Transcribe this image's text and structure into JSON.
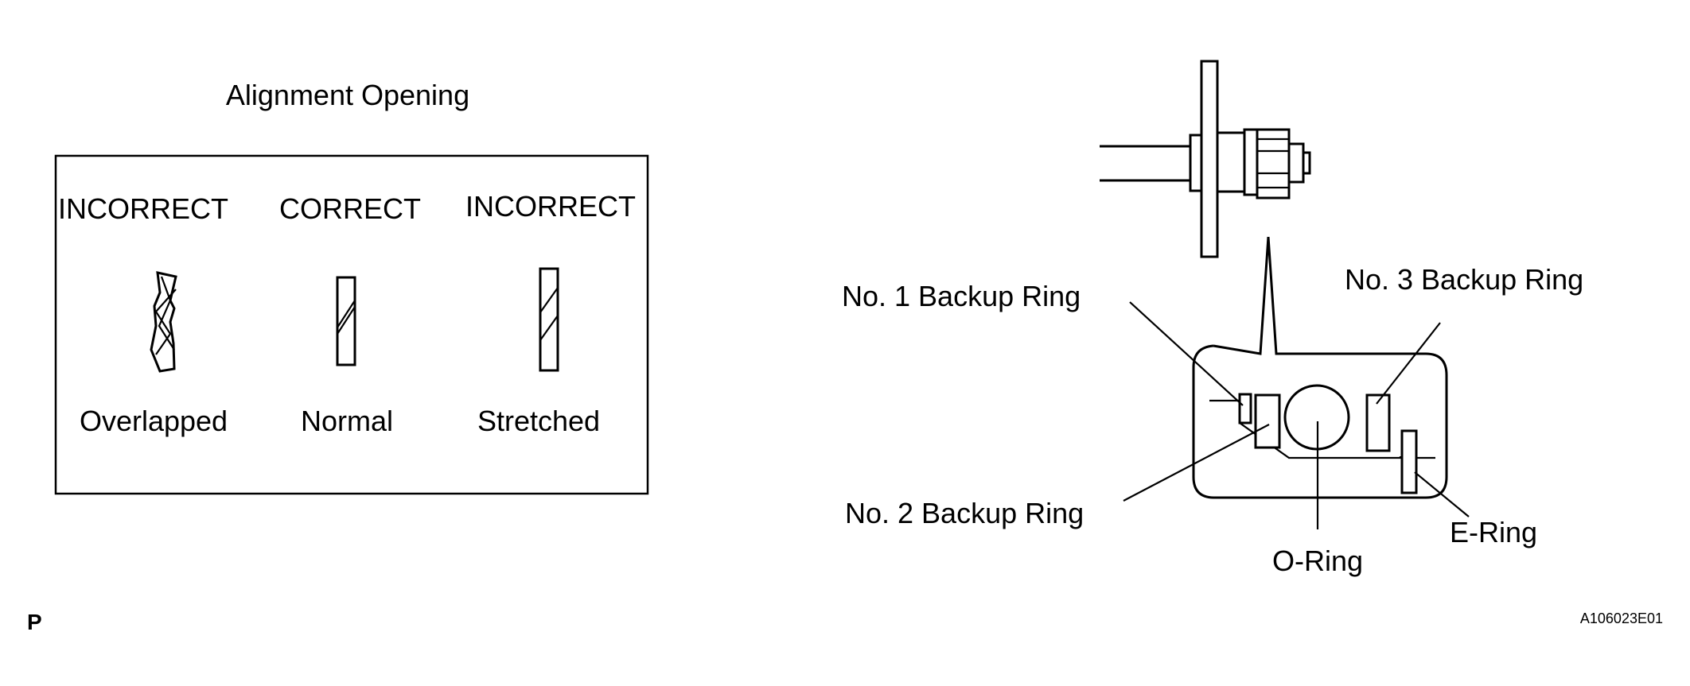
{
  "left_panel": {
    "title": "Alignment Opening",
    "columns": [
      {
        "status": "INCORRECT",
        "caption": "Overlapped"
      },
      {
        "status": "CORRECT",
        "caption": "Normal"
      },
      {
        "status": "INCORRECT",
        "caption": "Stretched"
      }
    ]
  },
  "right_panel": {
    "labels": {
      "no1_backup_ring": "No. 1 Backup Ring",
      "no2_backup_ring": "No. 2 Backup Ring",
      "no3_backup_ring": "No. 3 Backup Ring",
      "o_ring": "O-Ring",
      "e_ring": "E-Ring"
    }
  },
  "footer": {
    "page_letter": "P",
    "figure_code": "A106023E01"
  }
}
